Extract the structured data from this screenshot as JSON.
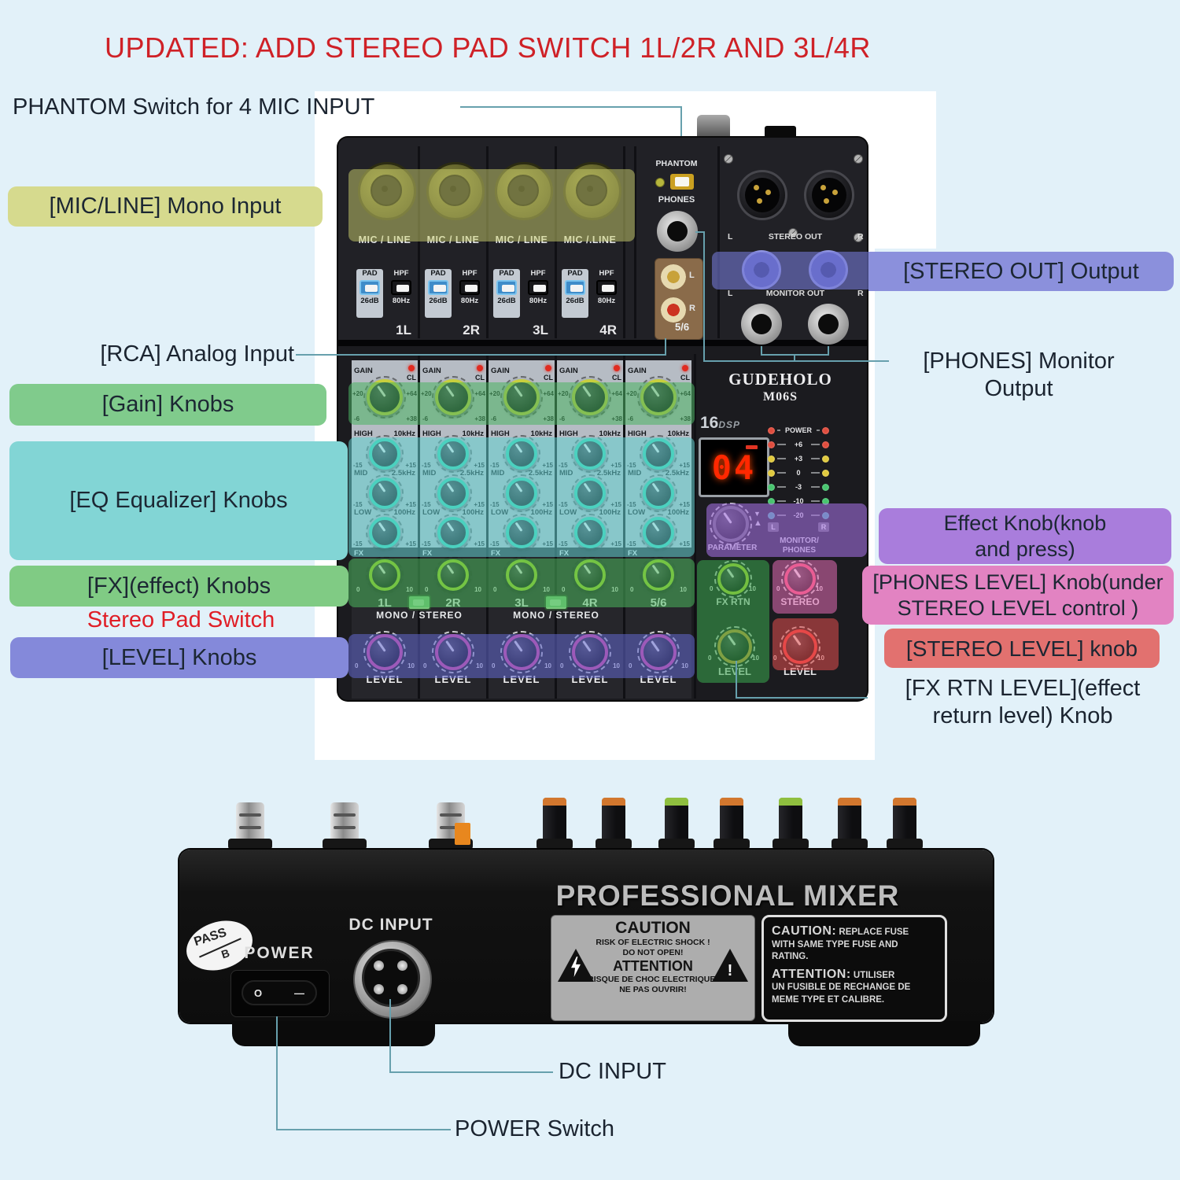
{
  "title": "UPDATED: ADD STEREO PAD SWITCH 1L/2R AND 3L/4R",
  "colors": {
    "background": "#e2f1f9",
    "title_red": "#cf2127",
    "line_teal": "#67a0ad",
    "stereo_pad_red": "#e01e26",
    "hl_micline": "#d6da8e",
    "hl_gain": "#80cb8c",
    "hl_eq": "#82d5d5",
    "hl_fx": "#80cb84",
    "hl_level": "#8489da",
    "hl_stereo_out": "#8b90dc",
    "hl_effect": "#a97ddc",
    "hl_phones_level": "#e283c2",
    "hl_stereo_level": "#e2716f"
  },
  "callouts": {
    "phantom": "PHANTOM Switch for 4 MIC INPUT",
    "mic_line": "[MIC/LINE] Mono Input",
    "rca": "[RCA] Analog Input",
    "gain": "[Gain] Knobs",
    "eq": "[EQ Equalizer] Knobs",
    "fx": "[FX](effect) Knobs",
    "stereo_pad": "Stereo Pad Switch",
    "level": "[LEVEL] Knobs",
    "stereo_out": "[STEREO OUT] Output",
    "phones_line1": "[PHONES] Monitor",
    "phones_line2": "Output",
    "effect_line1": "Effect Knob(knob",
    "effect_line2": "and press)",
    "phones_level_line1": "[PHONES LEVEL] Knob(under",
    "phones_level_line2": "STEREO LEVEL control )",
    "stereo_level": "[STEREO LEVEL] knob",
    "fx_rtn_line1": "[FX RTN LEVEL](effect",
    "fx_rtn_line2": "return level) Knob",
    "dc_input": "DC INPUT",
    "power_switch": "POWER Switch"
  },
  "mixer": {
    "brand": "GUDEHOLO",
    "model": "M06S",
    "dsp_num": "16",
    "dsp_text": "DSP",
    "display_value": "04",
    "phantom_label": "PHANTOM",
    "phones_label": "PHONES",
    "stereo_out_label": "STEREO OUT",
    "monitor_out_label": "MONITOR OUT",
    "left_label": "L",
    "right_label": "R",
    "rca_group_label": "5/6",
    "mic_line_labels": [
      "MIC / LINE",
      "MIC / LINE",
      "MIC / LINE",
      "MIC /.LINE"
    ],
    "pad_label": "PAD",
    "pad_value": "26dB",
    "hpf_label": "HPF",
    "hpf_value": "80Hz",
    "channel_ids": [
      "1L",
      "2R",
      "3L",
      "4R",
      "5/6"
    ],
    "mono_stereo": "MONO / STEREO",
    "rows": {
      "gain": {
        "label": "GAIN",
        "cl": "CL",
        "tl": "+20",
        "bl": "-6",
        "tr": "+64",
        "br": "+38"
      },
      "high": {
        "label": "HIGH",
        "freq": "10kHz",
        "min": "-15",
        "max": "+15"
      },
      "mid": {
        "label": "MID",
        "freq": "2.5kHz",
        "min": "-15",
        "max": "+15"
      },
      "low": {
        "label": "LOW",
        "freq": "100Hz",
        "min": "-15",
        "max": "+15"
      },
      "fx": {
        "label": "FX",
        "min": "0",
        "max": "10"
      },
      "level": {
        "label": "LEVEL",
        "min": "0",
        "max": "10"
      }
    },
    "meter": {
      "power": "POWER",
      "power_color": "#e04b3c",
      "rows": [
        "+6",
        "+3",
        "0",
        "-3",
        "-10",
        "-20"
      ],
      "row_colors": [
        "#e04b3c",
        "#e0c93c",
        "#e0c93c",
        "#46c46e",
        "#46c46e",
        "#3cb7a8"
      ],
      "l": "L",
      "r": "R"
    },
    "parameter_label": "PARAMETER",
    "monitor_line1": "MONITOR/",
    "monitor_line2": "PHONES",
    "fx_rtn_label": "FX RTN",
    "stereo_knob_label": "STEREO",
    "level_label": "LEVEL"
  },
  "back": {
    "headline": "PROFESSIONAL MIXER",
    "caution_left": {
      "title1": "CAUTION",
      "line1": "RISK OF ELECTRIC SHOCK !",
      "line2": "DO NOT OPEN!",
      "title2": "ATTENTION",
      "line3": "RISQUE DE CHOC ELECTRIQUE!",
      "line4": "NE PAS OUVRIR!"
    },
    "caution_right": {
      "bold1": "CAUTION:",
      "rest1": " REPLACE FUSE",
      "line2": "WITH SAME TYPE FUSE AND RATING.",
      "bold2": "ATTENTION:",
      "rest2": " UTILISER",
      "line3": "UN FUSIBLE DE RECHANGE DE",
      "line4": "MEME TYPE ET CALIBRE."
    },
    "pass_top": "PASS",
    "pass_bottom": "B",
    "power_label": "POWER",
    "dc_label": "DC INPUT",
    "switch_off": "O",
    "switch_on": "—"
  }
}
